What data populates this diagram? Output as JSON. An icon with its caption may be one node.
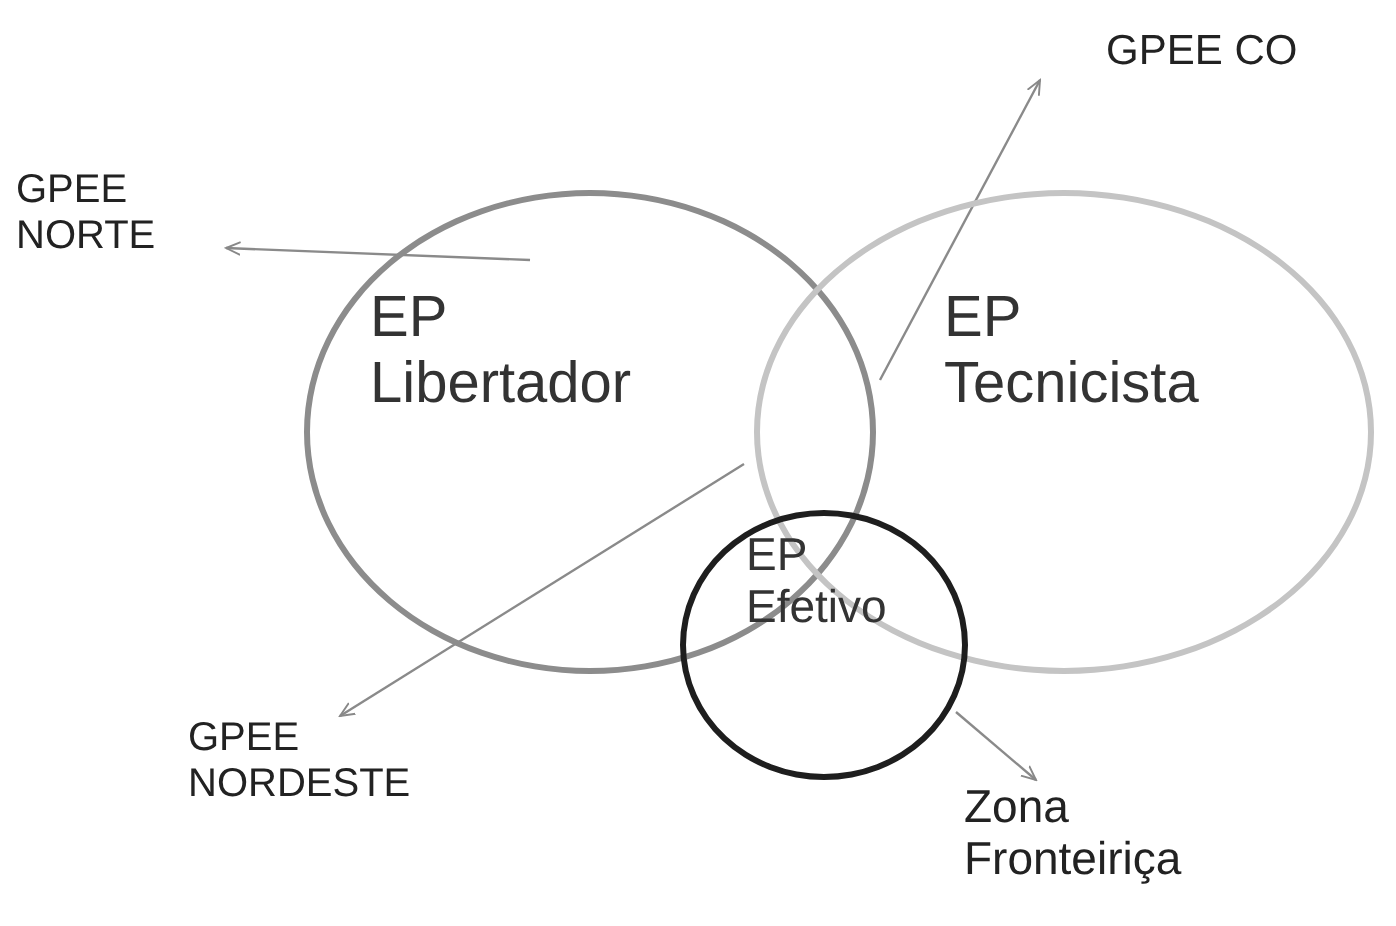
{
  "diagram": {
    "nodes": [
      {
        "text": [
          "EP Libertador"
        ]
      },
      {
        "text": [
          "EP Tecnicista"
        ]
      },
      {
        "text": [
          "EP Efetivo"
        ]
      },
      {
        "text": [
          "GPEE NORTE"
        ]
      },
      {
        "text": [
          "GPEE CO"
        ]
      },
      {
        "text": [
          "GPEE NORDESTE"
        ]
      },
      {
        "text": [
          "Zona Fronteiriça"
        ]
      }
    ],
    "edges": [
      {
        "from": 0,
        "to": 3,
        "arrow": "to"
      },
      {
        "from": 1,
        "to": 4,
        "arrow": "to"
      },
      {
        "from": 0,
        "to": 5,
        "arrow": "to"
      },
      {
        "from": 2,
        "to": 6,
        "arrow": "to"
      }
    ]
  }
}
